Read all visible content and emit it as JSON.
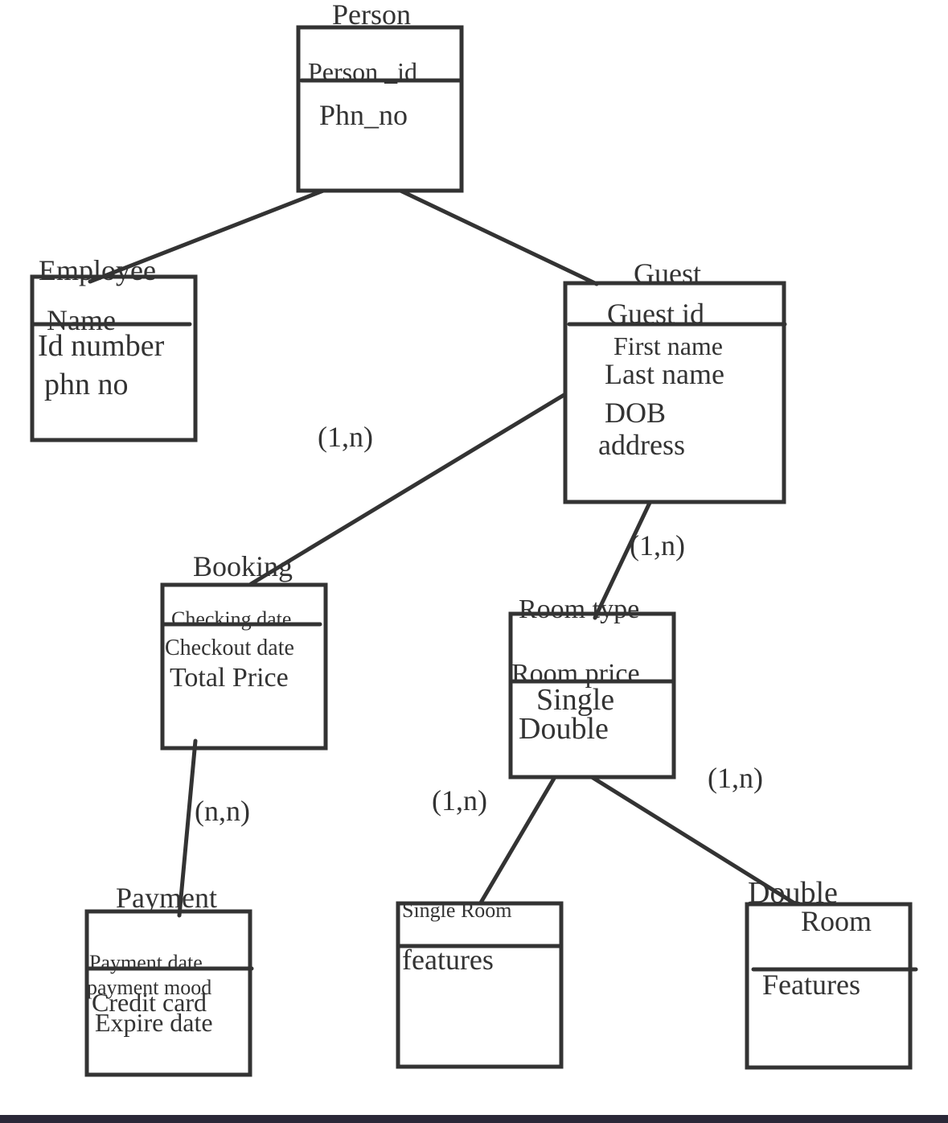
{
  "entities": {
    "person": {
      "title": "Person",
      "key": "Person _id",
      "attrs": [
        "Phn_no"
      ]
    },
    "employee": {
      "title": "Employee",
      "key": "Name",
      "attrs": [
        "Id number",
        "phn no"
      ]
    },
    "guest": {
      "title": "Guest",
      "key": "Guest id",
      "attrs": [
        "First name",
        "Last name",
        "DOB",
        "address"
      ]
    },
    "booking": {
      "title": "Booking",
      "key": "Checking date",
      "attrs": [
        "Checkout date",
        "Total Price"
      ]
    },
    "room_type": {
      "title": "Room type",
      "key": "Room price",
      "attrs": [
        "Single",
        "Double"
      ]
    },
    "payment": {
      "title": "Payment",
      "key": "Payment date",
      "attrs": [
        "payment mood",
        "Credit card",
        "Expire date"
      ]
    },
    "single_room": {
      "title": "Single Room",
      "key": "",
      "attrs": [
        "features"
      ]
    },
    "double_room": {
      "title": "Double",
      "key": "Room",
      "attrs": [
        "Features"
      ]
    }
  },
  "cardinalities": {
    "guest_booking": "(1,n)",
    "guest_roomtype": "(1,n)",
    "booking_payment": "(n,n)",
    "roomtype_single": "(1,n)",
    "roomtype_double": "(1,n)"
  }
}
